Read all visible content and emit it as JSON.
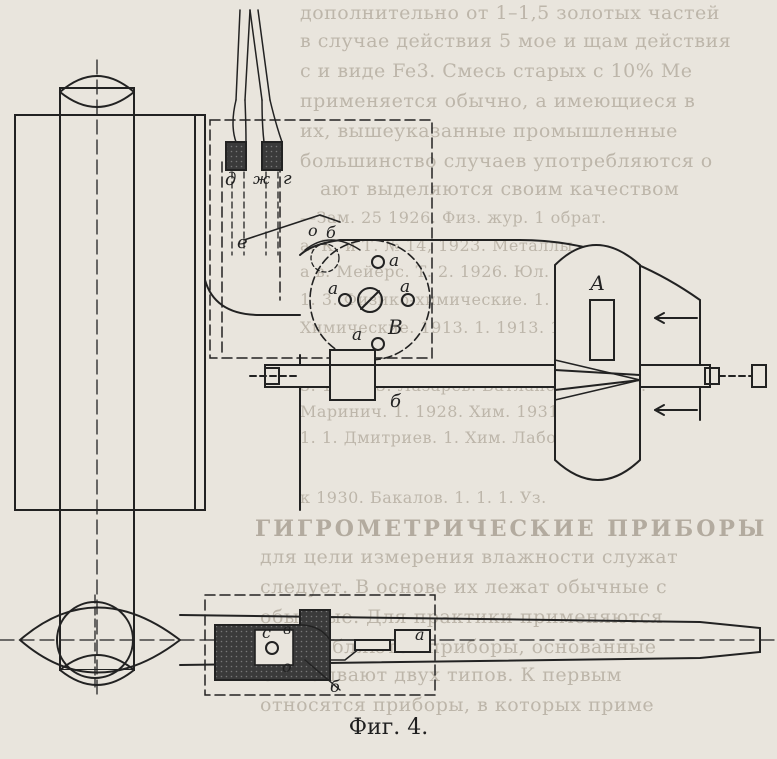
{
  "caption": "Фиг. 4.",
  "background_text": [
    "дополнительно от 1–1,5 золотых частей",
    "в случае действия 5 мое и щам действия",
    "с и виде Fe3. Смесь старых с 10% Ме",
    "применяется обычно, а имеющиеся в",
    "их, вышеуказанные промышленные",
    "большинство случаев употребляются о",
    "ают выделяются своим качеством",
    "—Зам. 25 1926. Физ. жур. 1 обрат.",
    "а. К. и Т. № 14, 1923. Металлы",
    "а в. Мейерс. Т. 2. 1926. Юл. 1. Ус.",
    "1. 3. Физико-химические. 1. Т. 1.",
    "Химические. 1913. 1. 1913. 1926.",
    "3. 1. 1913. Лазарев. Ватланов. 1. 1930.",
    "Маринич. 1. 1928. Хим. 1931. 1930 Z.",
    "1. 1. Дмитриев. 1. Хим. Лабор.",
    "к 1930. Бакалов. 1. 1. 1. Уз.",
    "ГИГРОМЕТРИЧЕСКИЕ ПРИБОРЫ",
    "для цели измерения влажности служат",
    "следует. В основе их лежат обычные с",
    "обычные. Для практики применяются",
    "употребляются приборы, основанные",
    "Они бывают двух типов. К первым",
    "относятся приборы, в которых приме"
  ],
  "labels": {
    "a": "а",
    "b": "б",
    "v": "в",
    "g": "г",
    "d": "д",
    "e": "е",
    "zh": "ж",
    "o": "о",
    "c": "с",
    "A": "А",
    "B": "В"
  }
}
